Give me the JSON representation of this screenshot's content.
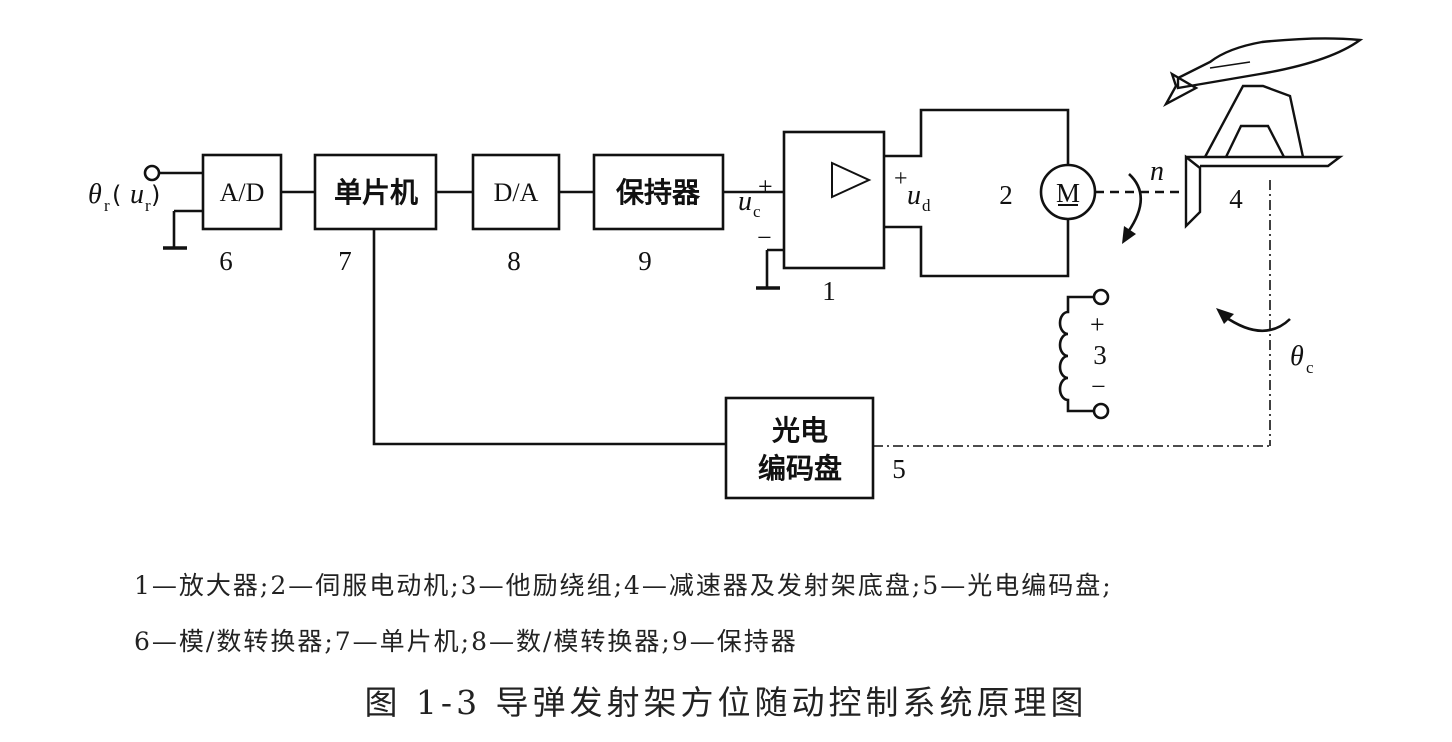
{
  "input": {
    "theta": "θ",
    "sub_r": "r",
    "paren_open": "(",
    "u": "u",
    "paren_close": ")"
  },
  "blocks": {
    "ad": "A/D",
    "mcu": "单片机",
    "da": "D/A",
    "holder": "保持器",
    "encoder_line1": "光电",
    "encoder_line2": "编码盘",
    "motor": "M"
  },
  "numbers": {
    "n1": "1",
    "n2": "2",
    "n3": "3",
    "n4": "4",
    "n5": "5",
    "n6": "6",
    "n7": "7",
    "n8": "8",
    "n9": "9"
  },
  "signals": {
    "uc": "u",
    "uc_sub": "c",
    "ud": "u",
    "ud_sub": "d",
    "plus": "+",
    "minus": "−",
    "n": "n",
    "theta_c": "θ",
    "theta_c_sub": "c"
  },
  "legend": {
    "line1": "1—放大器;2—伺服电动机;3—他励绕组;4—减速器及发射架底盘;5—光电编码盘;",
    "line2": "6—模/数转换器;7—单片机;8—数/模转换器;9—保持器"
  },
  "title": "图 1-3   导弹发射架方位随动控制系统原理图"
}
